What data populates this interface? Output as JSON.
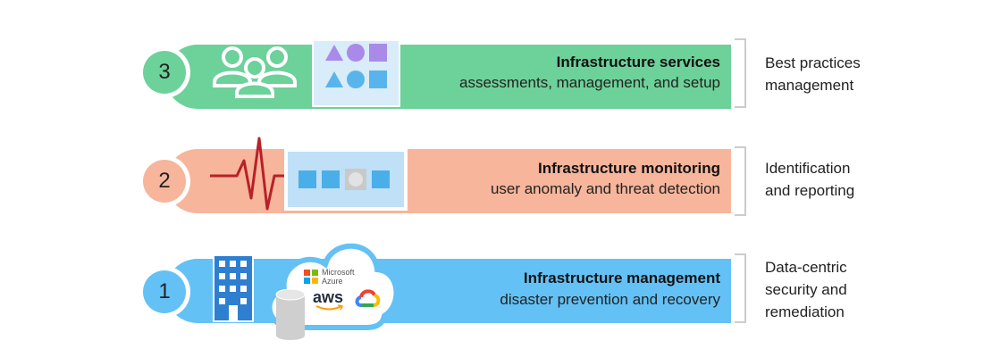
{
  "tiers": [
    {
      "number": "3",
      "title": "Infrastructure services",
      "subtitle": "assessments, management, and setup",
      "color": "#6dd19a",
      "side_lines": [
        "Best practices",
        "management"
      ]
    },
    {
      "number": "2",
      "title": "Infrastructure monitoring",
      "subtitle": "user anomaly and threat detection",
      "color": "#f7b59b",
      "side_lines": [
        "Identification",
        "and reporting"
      ]
    },
    {
      "number": "1",
      "title": "Infrastructure management",
      "subtitle": "disaster prevention and recovery",
      "color": "#63c1f5",
      "side_lines": [
        "Data-centric",
        "security and",
        "remediation"
      ]
    }
  ],
  "cloud_providers": {
    "microsoft_line1": "Microsoft",
    "microsoft_line2": "Azure",
    "aws": "aws"
  },
  "colors": {
    "icon_blue": "#4aaee8",
    "shape_purple": "#a98ae8",
    "shape_blue": "#5ab4ec",
    "pulse_red": "#b8202a",
    "building_blue": "#2f7fd0",
    "cylinder_gray": "#cfcfcf"
  }
}
